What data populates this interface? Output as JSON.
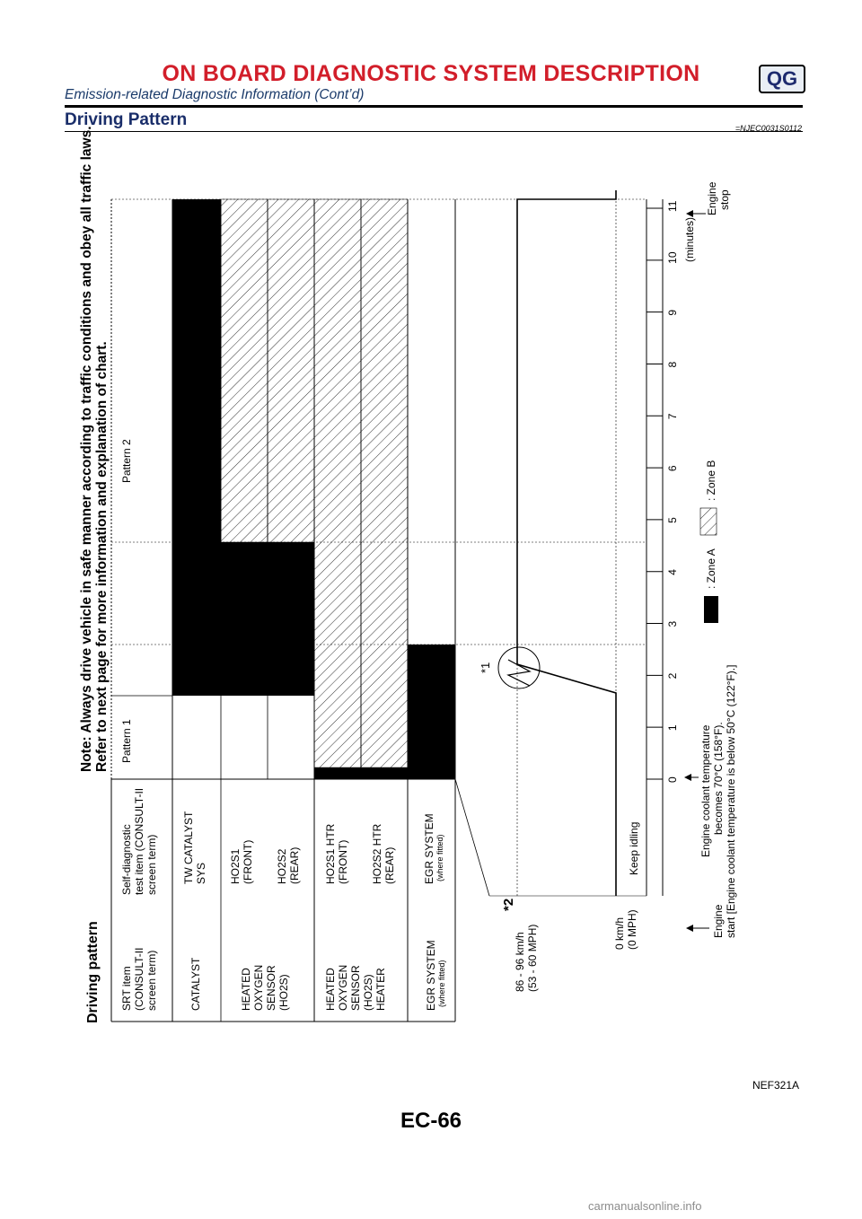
{
  "header": {
    "title": "ON BOARD DIAGNOSTIC SYSTEM DESCRIPTION",
    "badge": "QG",
    "subtitle": "Emission-related Diagnostic Information (Cont’d)"
  },
  "section": {
    "title": "Driving Pattern",
    "ref": "=NJEC0031S0112"
  },
  "figure": {
    "heading": "Driving pattern",
    "note_line1": "Note: Always drive vehicle in safe manner according to traffic conditions and obey all traffic laws.",
    "note_line2": "Refer to next page for more information and explanation of chart.",
    "col_header_srt": [
      "SRT item",
      "(CONSULT-II",
      "screen term)"
    ],
    "col_header_self": [
      "Self-diagnostic",
      "test item (CONSULT-II",
      "screen term)"
    ],
    "pattern1": "Pattern 1",
    "pattern2": "Pattern 2",
    "groups": {
      "catalyst": [
        "CATALYST"
      ],
      "heated_o2": [
        "HEATED",
        "OXYGEN",
        "SENSOR",
        "(HO2S)"
      ],
      "heated_o2_htr": [
        "HEATED",
        "OXYGEN",
        "SENSOR",
        "(HO2S)",
        "HEATER"
      ],
      "egr_label": "EGR SYSTEM",
      "egr_sub": "(where fitted)"
    },
    "items": {
      "tw_catalyst": [
        "TW CATALYST",
        "SYS"
      ],
      "ho2s1": [
        "HO2S1",
        "(FRONT)"
      ],
      "ho2s2": [
        "HO2S2",
        "(REAR)"
      ],
      "ho2s1_htr": [
        "HO2S1 HTR",
        "(FRONT)"
      ],
      "ho2s2_htr": [
        "HO2S2 HTR",
        "(REAR)"
      ],
      "egr_label": "EGR SYSTEM",
      "egr_sub": "(where fitted)"
    },
    "speed": {
      "star2": "*2",
      "high": [
        "86 - 96 km/h",
        "(53 - 60 MPH)"
      ],
      "low": [
        "0 km/h",
        "(0 MPH)"
      ],
      "keep_idling": "Keep idling",
      "star1": "*1"
    },
    "time_axis": {
      "ticks": [
        "0",
        "1",
        "2",
        "3",
        "4",
        "5",
        "6",
        "7",
        "8",
        "9",
        "10",
        "11"
      ],
      "unit": "(minutes)",
      "engine_stop": [
        "Engine",
        "stop"
      ],
      "engine_start": [
        "Engine",
        "start [Engine coolant temperature is below 50°C (122°F).]"
      ],
      "coolant": [
        "Engine coolant temperature",
        "becomes 70°C (158°F)."
      ]
    },
    "legend": {
      "zone_a": ": Zone A",
      "zone_b": ": Zone B"
    },
    "figure_id": "NEF321A"
  },
  "footer": {
    "page": "EC-66",
    "watermark": "carmanualsonline.info"
  }
}
